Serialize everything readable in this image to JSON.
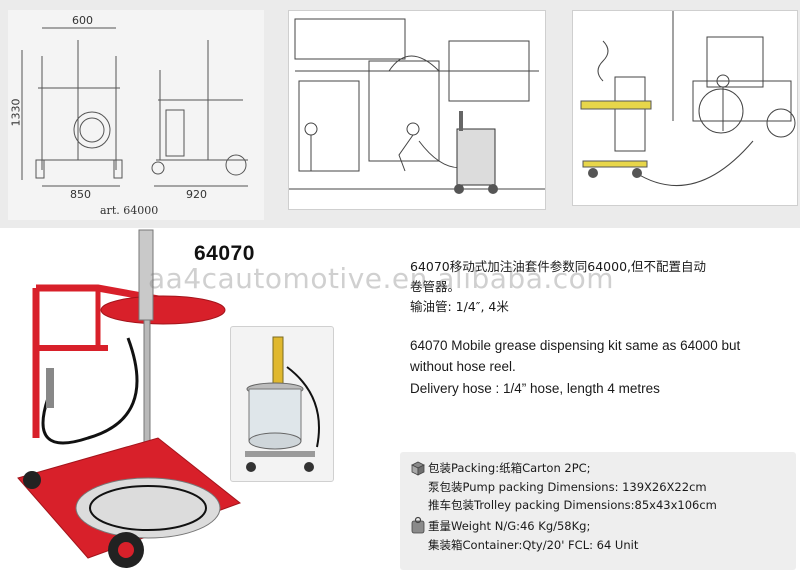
{
  "diagram_dims": {
    "width_top": "600",
    "height": "1330",
    "width_base": "850",
    "depth": "920",
    "art": "art.  64000"
  },
  "product": {
    "number": "64070",
    "watermark": "aa4cautomotive.en.alibaba.com"
  },
  "desc_cn": {
    "line1": "64070移动式加注油套件参数同64000,但不配置自动",
    "line2": "卷管器。",
    "line3": "输油管: 1/4″, 4米"
  },
  "desc_en": {
    "line1": "64070 Mobile grease dispensing kit  same as 64000 but",
    "line2": "without hose reel.",
    "line3": "Delivery hose :   1/4” hose, length 4 metres"
  },
  "packing": {
    "line1": "包装Packing:纸箱Carton 2PC;",
    "line2": "泵包装Pump packing Dimensions: 139X26X22cm",
    "line3": "推车包装Trolley packing Dimensions:85x43x106cm",
    "line4": "重量Weight N/G:46 Kg/58Kg;",
    "line5": "集装箱Container:Qty/20' FCL: 64  Unit"
  },
  "colors": {
    "trolley_red": "#d8202a",
    "panel_bg": "#ebebeb"
  },
  "icons": [
    "box-icon",
    "weight-icon"
  ]
}
